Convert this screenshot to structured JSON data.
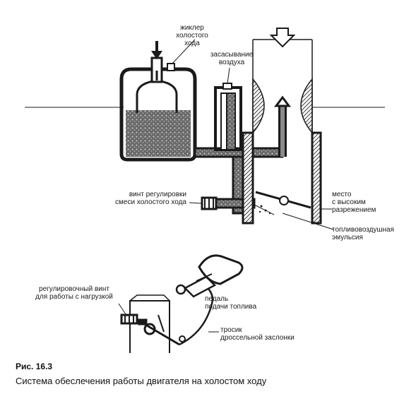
{
  "labels": {
    "idle_jet": "жиклер\nхолостого\nхода",
    "air_suction": "засасывание\nвоздуха",
    "idle_mixture_screw": "винт регулировки\nсмеси холостого хода",
    "low_pressure_zone": "место\nс высоким\nразрежением",
    "emulsion": "топливовоздушная\nэмульсия",
    "load_screw": "регулировочный винт\nдля работы с нагрузкой",
    "pedal": "педаль\nподачи топлива",
    "cable": "тросик\nдроссельной заслонки"
  },
  "caption": {
    "number": "Рис. 16.3",
    "text": "Система обеслечения работы двигателя на холостом ходу"
  },
  "colors": {
    "ink": "#1a1a1a",
    "fuel_fill": "#5a5a5a",
    "hatch": "#3a3a3a"
  }
}
